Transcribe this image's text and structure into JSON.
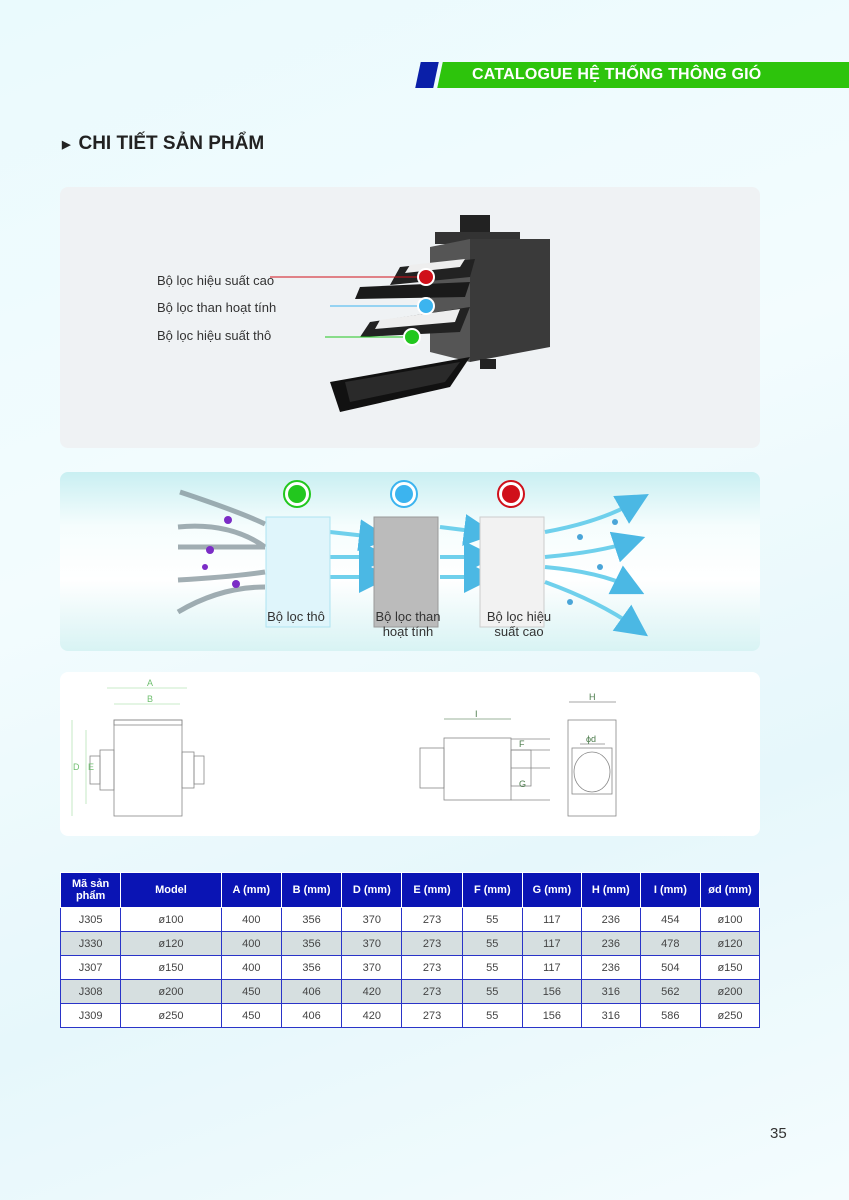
{
  "header": {
    "title": "CATALOGUE HỆ THỐNG THÔNG GIÓ"
  },
  "section": {
    "title": "CHI TIẾT SẢN PHẨM"
  },
  "product": {
    "labels": [
      "Bộ lọc hiệu suất cao",
      "Bộ lọc than hoạt tính",
      "Bộ lọc hiệu suất thô"
    ],
    "colors": [
      "#d0101a",
      "#3cb4ef",
      "#22c71e"
    ]
  },
  "filters": {
    "labels": [
      {
        "l1": "Bộ lọc thô",
        "l2": ""
      },
      {
        "l1": "Bộ lọc than",
        "l2": "hoạt tính"
      },
      {
        "l1": "Bộ lọc hiệu",
        "l2": "suất cao"
      }
    ]
  },
  "drawing": {
    "dims": [
      "A",
      "B",
      "D",
      "E",
      "I",
      "F",
      "G",
      "H",
      "ϕd"
    ]
  },
  "table": {
    "headers": [
      "Mã sản phẩm",
      "Model",
      "A (mm)",
      "B (mm)",
      "D (mm)",
      "E (mm)",
      "F (mm)",
      "G (mm)",
      "H (mm)",
      "I (mm)",
      "ød (mm)"
    ],
    "rows": [
      [
        "J305",
        "ø100",
        "400",
        "356",
        "370",
        "273",
        "55",
        "117",
        "236",
        "454",
        "ø100"
      ],
      [
        "J330",
        "ø120",
        "400",
        "356",
        "370",
        "273",
        "55",
        "117",
        "236",
        "478",
        "ø120"
      ],
      [
        "J307",
        "ø150",
        "400",
        "356",
        "370",
        "273",
        "55",
        "117",
        "236",
        "504",
        "ø150"
      ],
      [
        "J308",
        "ø200",
        "450",
        "406",
        "420",
        "273",
        "55",
        "156",
        "316",
        "562",
        "ø200"
      ],
      [
        "J309",
        "ø250",
        "450",
        "406",
        "420",
        "273",
        "55",
        "156",
        "316",
        "586",
        "ø250"
      ]
    ]
  },
  "page_number": "35"
}
